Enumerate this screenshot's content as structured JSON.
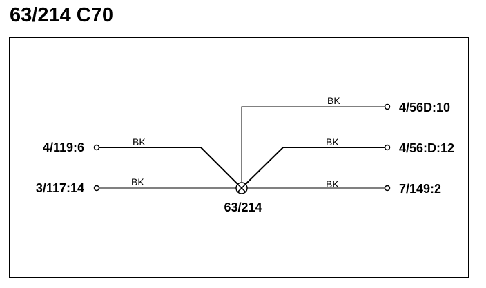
{
  "title": "63/214 C70",
  "splice": {
    "label": "63/214"
  },
  "connectors": {
    "left_top": "4/119:6",
    "left_bottom": "3/117:14",
    "right_top": "4/56D:10",
    "right_middle": "4/56:D:12",
    "right_bottom": "7/149:2"
  },
  "wires": {
    "left_top": "BK",
    "left_bottom": "BK",
    "right_top": "BK",
    "right_middle": "BK",
    "right_bottom": "BK"
  },
  "colors": {
    "line": "#000000",
    "background": "#ffffff"
  }
}
